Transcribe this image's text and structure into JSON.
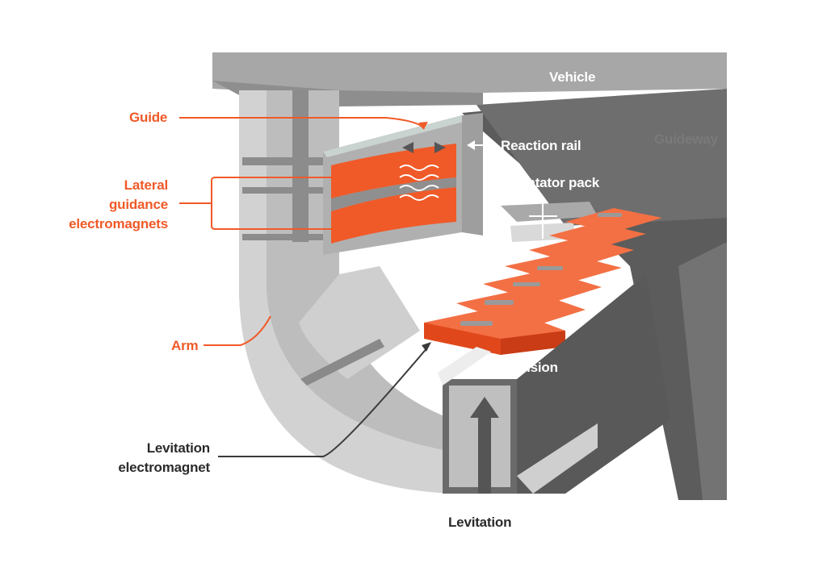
{
  "labels": {
    "vehicle": "Vehicle",
    "guideway": "Guideway",
    "reaction_rail": "Reaction rail",
    "long_stator_pack": "Long-satator pack",
    "guide": "Guide",
    "lateral_line1": "Lateral",
    "lateral_line2": "guidance",
    "lateral_line3": "electromagnets",
    "arm": "Arm",
    "propulsion": "Propulsion",
    "levitation_em_line1": "Levitation",
    "levitation_em_line2": "electromagnet",
    "levitation": "Levitation"
  },
  "colors": {
    "accent_orange": "#f05a28",
    "label_dark": "#2b2b2b",
    "structure_gray": "#9b9b9b",
    "guideway_dark": "#5e5e5e"
  }
}
